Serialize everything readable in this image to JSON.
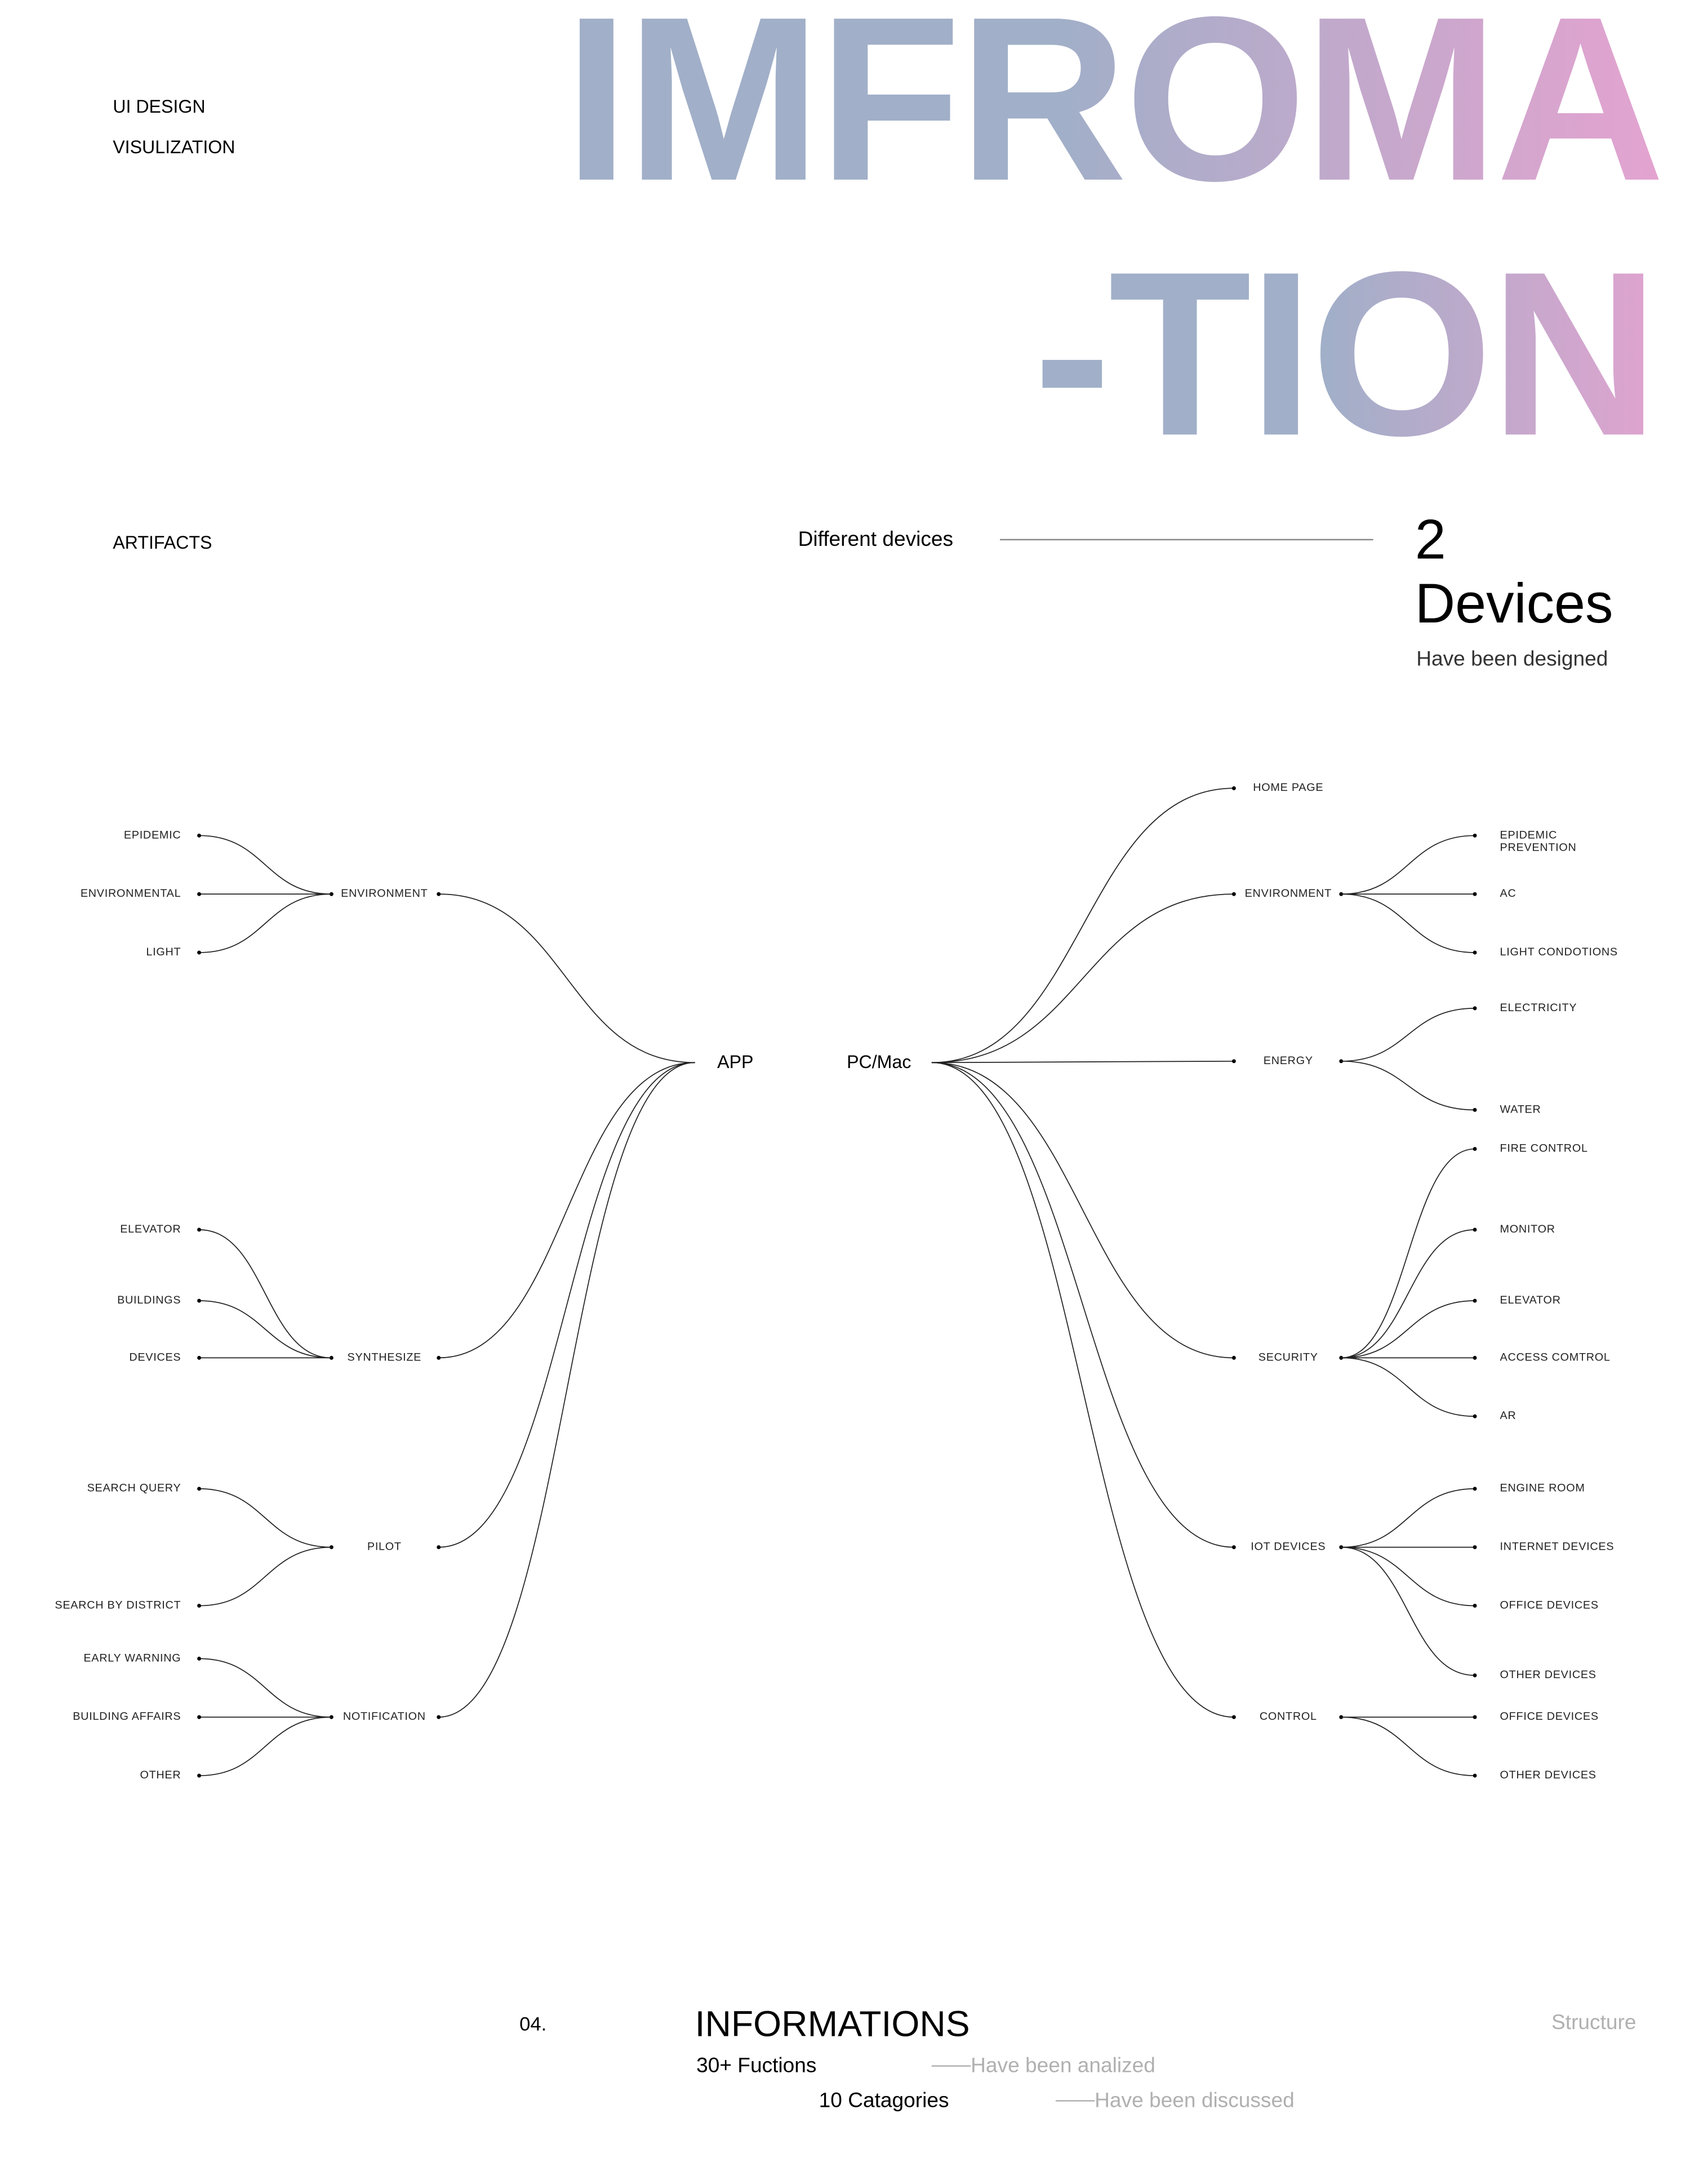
{
  "header": {
    "ui_design": "UI DESIGN",
    "visualization": "VISULIZATION",
    "title_line1": "IMFROMA",
    "title_line2": "-TION"
  },
  "artifacts": {
    "label": "ARTIFACTS",
    "devices_caption": "Different devices",
    "count": "2",
    "count_unit": "Devices",
    "count_sub": "Have been designed"
  },
  "tree": {
    "app": {
      "label": "APP",
      "groups": [
        {
          "label": "ENVIRONMENT",
          "children": [
            "EPIDEMIC",
            "ENVIRONMENTAL",
            "LIGHT"
          ]
        },
        {
          "label": "SYNTHESIZE",
          "children": [
            "ELEVATOR",
            "BUILDINGS",
            "DEVICES"
          ]
        },
        {
          "label": "PILOT",
          "children": [
            "SEARCH QUERY",
            "SEARCH BY DISTRICT"
          ]
        },
        {
          "label": "NOTIFICATION",
          "children": [
            "EARLY WARNING",
            "BUILDING AFFAIRS",
            "OTHER"
          ]
        }
      ]
    },
    "pc": {
      "label": "PC/Mac",
      "groups": [
        {
          "label": "HOME PAGE",
          "children": []
        },
        {
          "label": "ENVIRONMENT",
          "children": [
            "EPIDEMIC PREVENTION",
            "AC",
            "LIGHT CONDOTIONS"
          ]
        },
        {
          "label": "ENERGY",
          "children": [
            "ELECTRICITY",
            "WATER"
          ]
        },
        {
          "label": "SECURITY",
          "children": [
            "FIRE CONTROL",
            "MONITOR",
            "ELEVATOR",
            "ACCESS COMTROL",
            "AR"
          ]
        },
        {
          "label": "IOT DEVICES",
          "children": [
            "ENGINE ROOM",
            "INTERNET DEVICES",
            "OFFICE DEVICES",
            "OTHER DEVICES"
          ]
        },
        {
          "label": "CONTROL",
          "children": [
            "OFFICE DEVICES",
            "OTHER DEVICES"
          ]
        }
      ]
    }
  },
  "footer": {
    "number": "04.",
    "title": "INFORMATIONS",
    "stat1": "30+ Fuctions",
    "stat1_note": "Have been analized",
    "stat2": "10 Catagories",
    "stat2_note": "Have been discussed",
    "section": "Structure"
  }
}
